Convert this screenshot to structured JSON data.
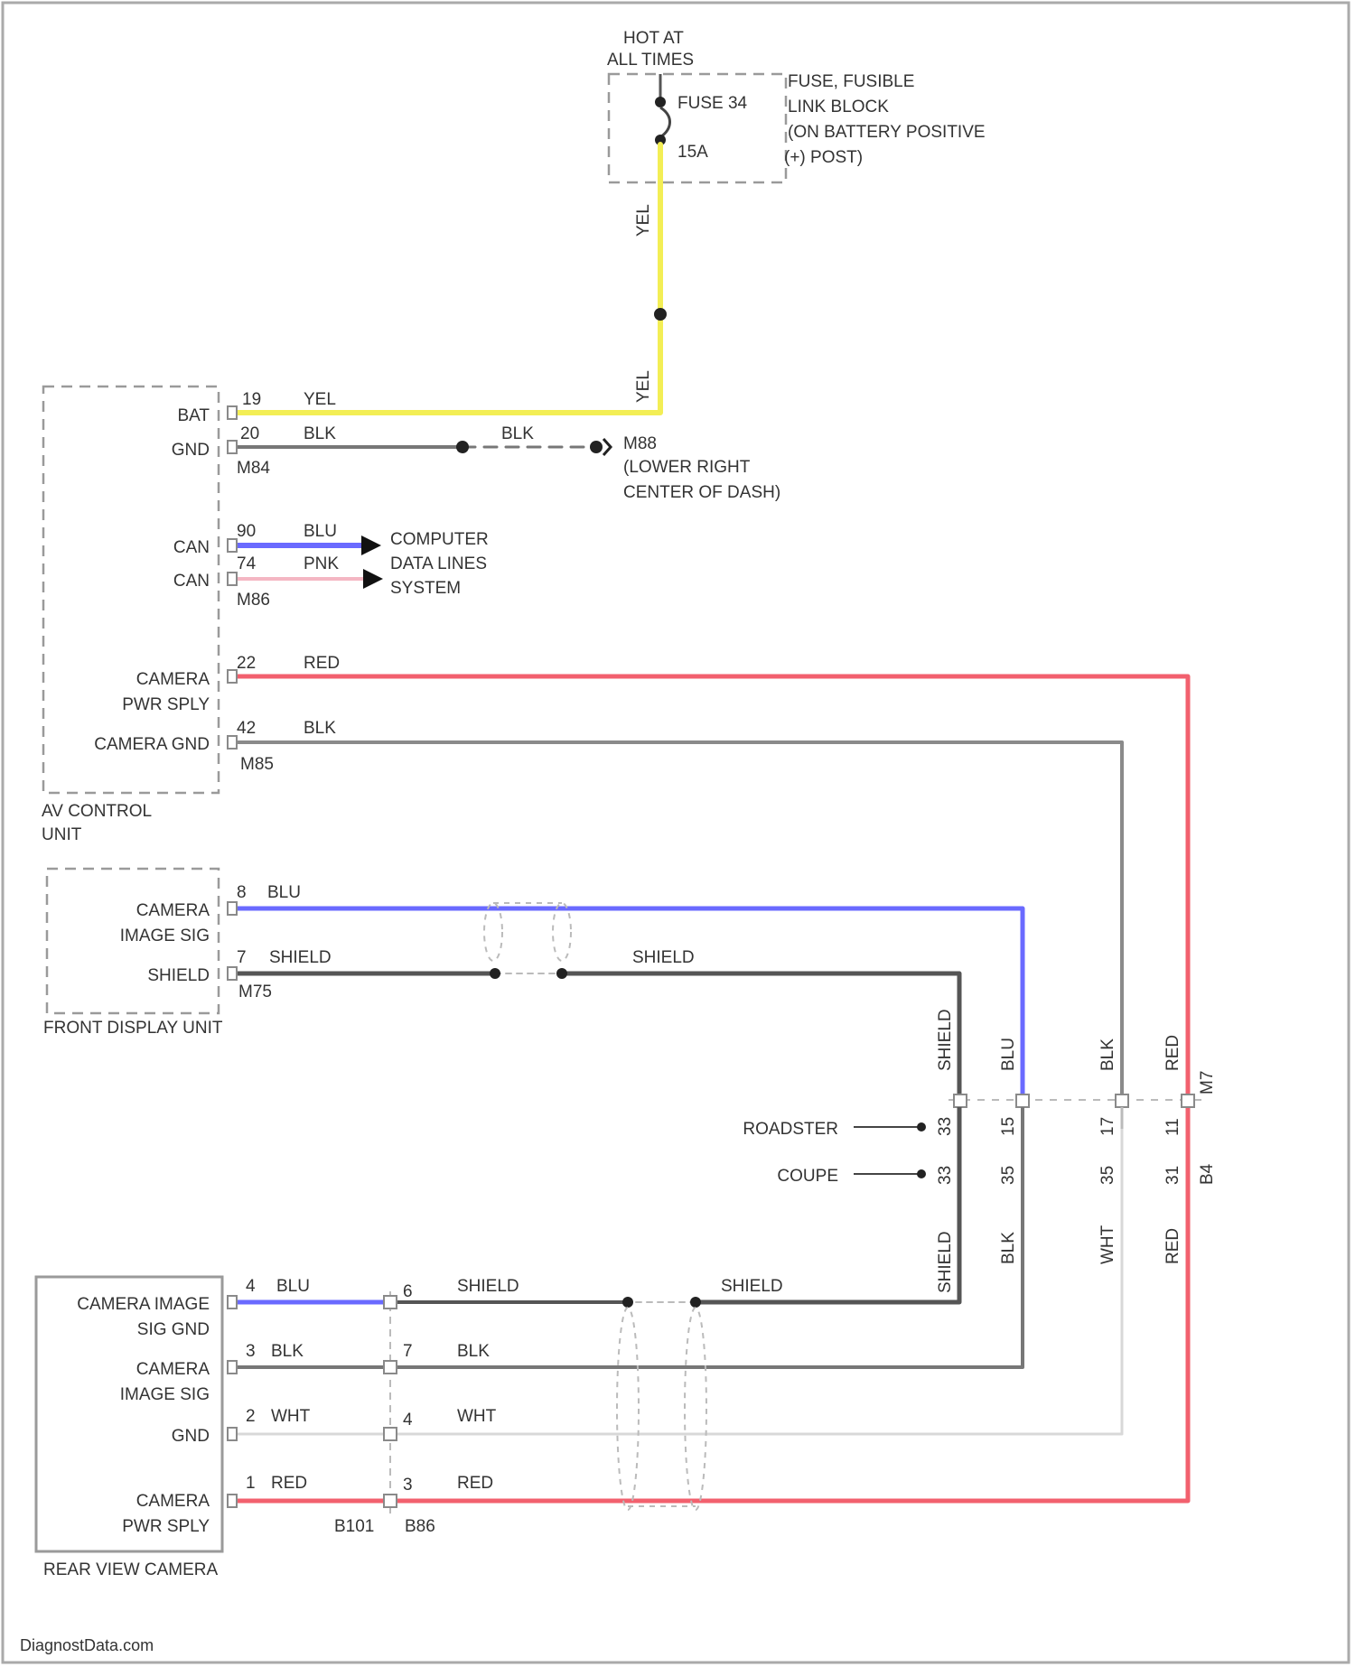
{
  "source": {
    "hot_label_1": "HOT AT",
    "hot_label_2": "ALL TIMES",
    "fuse_name": "FUSE 34",
    "fuse_amps": "15A",
    "fuse_block_1": "FUSE, FUSIBLE",
    "fuse_block_2": "LINK BLOCK",
    "fuse_block_3": "(ON BATTERY POSITIVE",
    "fuse_block_4": "(+) POST)",
    "wire_yel_1": "YEL",
    "wire_yel_2": "YEL"
  },
  "av_control_unit": {
    "name_1": "AV CONTROL",
    "name_2": "UNIT",
    "pins": {
      "bat": {
        "label": "BAT",
        "num": "19",
        "color": "YEL"
      },
      "gnd": {
        "label": "GND",
        "num": "20",
        "color": "BLK",
        "conn": "M84"
      },
      "can_h": {
        "label": "CAN",
        "num": "90",
        "color": "BLU"
      },
      "can_l": {
        "label": "CAN",
        "num": "74",
        "color": "PNK",
        "conn": "M86"
      },
      "cam_pwr": {
        "label_1": "CAMERA",
        "label_2": "PWR SPLY",
        "num": "22",
        "color": "RED"
      },
      "cam_gnd": {
        "label": "CAMERA GND",
        "num": "42",
        "color": "BLK",
        "conn": "M85"
      }
    }
  },
  "ground": {
    "wire_color": "BLK",
    "name": "M88",
    "loc_1": "(LOWER RIGHT",
    "loc_2": "CENTER OF DASH)"
  },
  "data_lines": {
    "line_1": "COMPUTER",
    "line_2": "DATA LINES",
    "line_3": "SYSTEM"
  },
  "front_display_unit": {
    "name": "FRONT DISPLAY UNIT",
    "pins": {
      "img_sig": {
        "label_1": "CAMERA",
        "label_2": "IMAGE SIG",
        "num": "8",
        "color": "BLU"
      },
      "shield": {
        "label": "SHIELD",
        "num": "7",
        "color": "SHIELD",
        "conn": "M75"
      }
    },
    "right_shield_label": "SHIELD"
  },
  "junction": {
    "vertical_labels_top": [
      "SHIELD",
      "BLU",
      "BLK",
      "RED"
    ],
    "vertical_labels_bottom": [
      "SHIELD",
      "BLK",
      "WHT",
      "RED"
    ],
    "pins_top": [
      "33",
      "15",
      "17",
      "11"
    ],
    "pins_bottom": [
      "33",
      "35",
      "35",
      "31"
    ],
    "conn_1": "M7",
    "conn_2": "B4",
    "roadster": "ROADSTER",
    "coupe": "COUPE"
  },
  "rear_view_camera": {
    "name": "REAR VIEW CAMERA",
    "pins": [
      {
        "label_1": "CAMERA IMAGE",
        "label_2": "SIG GND",
        "num": "4",
        "color": "BLU",
        "mid_num": "6",
        "mid_color": "SHIELD",
        "right_color": "SHIELD"
      },
      {
        "label_1": "CAMERA",
        "label_2": "IMAGE SIG",
        "num": "3",
        "color": "BLK",
        "mid_num": "7",
        "mid_color": "BLK"
      },
      {
        "label_1": "GND",
        "label_2": "",
        "num": "2",
        "color": "WHT",
        "mid_num": "4",
        "mid_color": "WHT"
      },
      {
        "label_1": "CAMERA",
        "label_2": "PWR SPLY",
        "num": "1",
        "color": "RED",
        "mid_num": "3",
        "mid_color": "RED"
      }
    ],
    "conn_left": "B101",
    "conn_right": "B86"
  },
  "footer": {
    "watermark": "DiagnostData.com"
  },
  "colors": {
    "yellow": "#f5f060",
    "blue": "#6a6aff",
    "pink": "#f6b8c4",
    "red": "#f06070",
    "dark": "#555555",
    "gray": "#8a8a8a",
    "white_wire": "#dcdcdc"
  }
}
